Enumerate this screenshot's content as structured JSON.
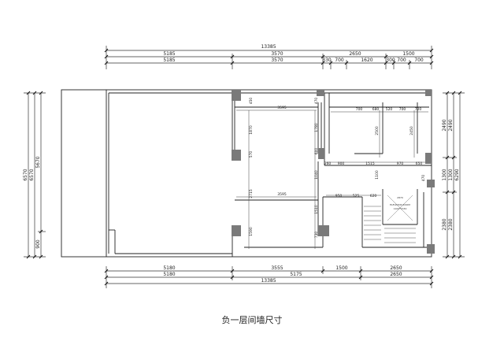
{
  "caption": "负一层间墙尺寸",
  "top_dims": {
    "row1": [
      "13385"
    ],
    "row2": [
      "5185",
      "3570",
      "2650",
      "1500"
    ],
    "row3": [
      "5185",
      "3570",
      "330",
      "700",
      "1620",
      "300",
      "700",
      "700"
    ]
  },
  "bottom_dims": {
    "row1": [
      "5180",
      "3555",
      "1500",
      "2650"
    ],
    "row2": [
      "5180",
      "5175",
      "2650"
    ],
    "row3": [
      "13385"
    ]
  },
  "left_dims": [
    "6570",
    "6570",
    "5670",
    "900"
  ],
  "right_dims": [
    "2490",
    "2490",
    "1300",
    "1300",
    "6290",
    "2380",
    "2380"
  ],
  "interior_dims": {
    "room_width_upper": "3595",
    "room_width_lower": "3595",
    "upper_right_row": [
      "700",
      "680",
      "520",
      "700",
      "720"
    ],
    "mid_row": [
      "260",
      "900",
      "1515",
      "970",
      "650"
    ],
    "small_row": [
      "950",
      "525",
      "620"
    ],
    "vertical_marks": [
      "450",
      "1870",
      "570",
      "2715",
      "1590",
      "1780",
      "470",
      "600",
      "1040",
      "1100",
      "1510",
      "730",
      "2500",
      "2450",
      "470"
    ]
  },
  "elevator_label": {
    "line1": "2870",
    "line2": "ELEVATOR ROOM",
    "line3": "1100*1530"
  }
}
